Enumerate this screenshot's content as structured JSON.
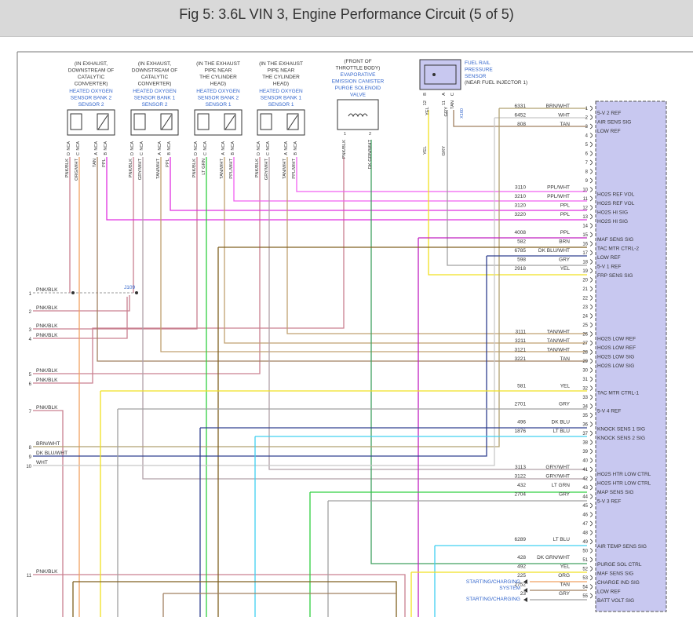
{
  "title": "Fig 5: 3.6L VIN 3, Engine Performance Circuit (5 of 5)",
  "colors": {
    "background": "#ffffff",
    "title_bar": "#d9d9d9",
    "connector_fill": "#c8c8f0",
    "blue_text": "#3366cc",
    "pnk_blk": "#c98090",
    "org_wht": "#f0a060",
    "tan": "#a08060",
    "ppl": "#e030e0",
    "gry_wht": "#b0a0a8",
    "tan_wht": "#c0a070",
    "lt_grn": "#30d040",
    "ppl_wht": "#f060f0",
    "dk_grn_wht": "#40a060",
    "brn_wht": "#b0a070",
    "wht": "#c8c8c8",
    "yel": "#f0e020",
    "gry": "#a0a0a0",
    "brn": "#806020",
    "dk_blu": "#304090",
    "lt_blu": "#40d0f0",
    "ppl_dark": "#c020c0"
  },
  "components": [
    {
      "lines": [
        "(IN EXHAUST,",
        "DOWNSTREAM OF",
        "CATALYTIC",
        "CONVERTER)"
      ],
      "blue": [
        "HEATED OXYGEN",
        "SENSOR BANK 2",
        "SENSOR 2"
      ],
      "pins": [
        {
          "id": "D",
          "wire": "PNK/BLK"
        },
        {
          "id": "C",
          "wire": "ORG/WHT"
        },
        {
          "id": "A",
          "wire": "TAN"
        },
        {
          "id": "B",
          "wire": "PPL"
        }
      ]
    },
    {
      "lines": [
        "(IN EXHAUST,",
        "DOWNSTREAM OF",
        "CATALYTIC",
        "CONVERTER)"
      ],
      "blue": [
        "HEATED OXYGEN",
        "SENSOR BANK 1",
        "SENSOR 2"
      ],
      "pins": [
        {
          "id": "D",
          "wire": "PNK/BLK"
        },
        {
          "id": "C",
          "wire": "GRY/WHT"
        },
        {
          "id": "A",
          "wire": "TAN/WHT"
        },
        {
          "id": "B",
          "wire": "PPL"
        }
      ]
    },
    {
      "lines": [
        "(IN THE EXHAUST",
        "PIPE NEAR",
        "THE CYLINDER",
        "HEAD)"
      ],
      "blue": [
        "HEATED OXYGEN",
        "SENSOR BANK 2",
        "SENSOR 1"
      ],
      "pins": [
        {
          "id": "D",
          "wire": "PNK/BLK"
        },
        {
          "id": "C",
          "wire": "LT GRN"
        },
        {
          "id": "A",
          "wire": "TAN/WHT"
        },
        {
          "id": "B",
          "wire": "PPL/WHT"
        }
      ]
    },
    {
      "lines": [
        "(IN THE EXHAUST",
        "PIPE NEAR",
        "THE CYLINDER",
        "HEAD)"
      ],
      "blue": [
        "HEATED OXYGEN",
        "SENSOR BANK 1",
        "SENSOR 1"
      ],
      "pins": [
        {
          "id": "D",
          "wire": "PNK/BLK"
        },
        {
          "id": "C",
          "wire": "GRY/WHT"
        },
        {
          "id": "A",
          "wire": "TAN/WHT"
        },
        {
          "id": "B",
          "wire": "PPL/WHT"
        }
      ]
    }
  ],
  "nca": "NCA",
  "evap": {
    "lines": [
      "(FRONT OF",
      "THROTTLE BODY)"
    ],
    "blue": [
      "EVAPORATIVE",
      "EMISSION CANISTER",
      "PURGE SOLENOID",
      "VALVE"
    ],
    "pin1": "1",
    "pin2": "2",
    "wire1": "PNK/BLK",
    "wire2": "DK GRN/WHT"
  },
  "fuel_rail": {
    "blue": [
      "FUEL RAIL",
      "PRESSURE",
      "SENSOR"
    ],
    "lines": [
      "(NEAR FUEL INJECTOR 1)"
    ],
    "pin_labels": [
      "B",
      "12",
      "YEL",
      "A",
      "11",
      "GRY",
      "C",
      "TAN"
    ],
    "ref": "X160",
    "wire_yel": "YEL",
    "wire_gry": "GRY"
  },
  "splice": "J109",
  "left_wires": [
    {
      "n": "1",
      "label": "PNK/BLK"
    },
    {
      "n": "2",
      "label": "PNK/BLK"
    },
    {
      "n": "3",
      "label": "PNK/BLK"
    },
    {
      "n": "4",
      "label": "PNK/BLK"
    },
    {
      "n": "5",
      "label": "PNK/BLK"
    },
    {
      "n": "6",
      "label": "PNK/BLK"
    },
    {
      "n": "7",
      "label": "PNK/BLK"
    },
    {
      "n": "8",
      "label": "BRN/WHT"
    },
    {
      "n": "9",
      "label": "DK BLU/WHT"
    },
    {
      "n": "10",
      "label": "WHT"
    },
    {
      "n": "11",
      "label": "PNK/BLK"
    }
  ],
  "pins": [
    {
      "n": "1",
      "circuit": "6331",
      "color": "BRN/WHT",
      "signal": "5-V 2 REF"
    },
    {
      "n": "2",
      "circuit": "6452",
      "color": "WHT",
      "signal": "AIR SENS SIG"
    },
    {
      "n": "3",
      "circuit": "808",
      "color": "TAN",
      "signal": "LOW REF"
    },
    {
      "n": "4"
    },
    {
      "n": "5"
    },
    {
      "n": "6"
    },
    {
      "n": "7"
    },
    {
      "n": "8"
    },
    {
      "n": "9"
    },
    {
      "n": "10",
      "circuit": "3110",
      "color": "PPL/WHT",
      "signal": "HO2S REF VOL"
    },
    {
      "n": "11",
      "circuit": "3210",
      "color": "PPL/WHT",
      "signal": "HO2S REF VOL"
    },
    {
      "n": "12",
      "circuit": "3120",
      "color": "PPL",
      "signal": "HO2S HI SIG"
    },
    {
      "n": "13",
      "circuit": "3220",
      "color": "PPL",
      "signal": "HO2S HI SIG"
    },
    {
      "n": "14"
    },
    {
      "n": "15",
      "circuit": "4008",
      "color": "PPL",
      "signal": "MAF SENS SIG"
    },
    {
      "n": "16",
      "circuit": "582",
      "color": "BRN",
      "signal": "TAC MTR CTRL-2"
    },
    {
      "n": "17",
      "circuit": "6785",
      "color": "DK BLU/WHT",
      "signal": "LOW REF"
    },
    {
      "n": "18",
      "circuit": "598",
      "color": "GRY",
      "signal": "5-V 1 REF"
    },
    {
      "n": "19",
      "circuit": "2918",
      "color": "YEL",
      "signal": "FRP SENS SIG"
    },
    {
      "n": "20"
    },
    {
      "n": "21"
    },
    {
      "n": "22"
    },
    {
      "n": "23"
    },
    {
      "n": "24"
    },
    {
      "n": "25"
    },
    {
      "n": "26",
      "circuit": "3111",
      "color": "TAN/WHT",
      "signal": "HO2S LOW REF"
    },
    {
      "n": "27",
      "circuit": "3211",
      "color": "TAN/WHT",
      "signal": "HO2S LOW REF"
    },
    {
      "n": "28",
      "circuit": "3121",
      "color": "TAN/WHT",
      "signal": "HO2S LOW SIG"
    },
    {
      "n": "29",
      "circuit": "3221",
      "color": "TAN",
      "signal": "HO2S LOW SIG"
    },
    {
      "n": "30"
    },
    {
      "n": "31"
    },
    {
      "n": "32",
      "circuit": "581",
      "color": "YEL",
      "signal": "TAC MTR CTRL-1"
    },
    {
      "n": "33"
    },
    {
      "n": "34",
      "circuit": "2701",
      "color": "GRY",
      "signal": "5-V 4 REF"
    },
    {
      "n": "35"
    },
    {
      "n": "36",
      "circuit": "496",
      "color": "DK BLU",
      "signal": "KNOCK SENS 1 SIG"
    },
    {
      "n": "37",
      "circuit": "1876",
      "color": "LT BLU",
      "signal": "KNOCK SENS 2 SIG"
    },
    {
      "n": "38"
    },
    {
      "n": "39"
    },
    {
      "n": "40"
    },
    {
      "n": "41",
      "circuit": "3113",
      "color": "GRY/WHT",
      "signal": "HO2S HTR LOW CTRL"
    },
    {
      "n": "42",
      "circuit": "3122",
      "color": "GRY/WHT",
      "signal": "HO2S HTR LOW CTRL"
    },
    {
      "n": "43",
      "circuit": "432",
      "color": "LT GRN",
      "signal": "MAP SENS SIG"
    },
    {
      "n": "44",
      "circuit": "2704",
      "color": "GRY",
      "signal": "5-V 3 REF"
    },
    {
      "n": "45"
    },
    {
      "n": "46"
    },
    {
      "n": "47"
    },
    {
      "n": "48"
    },
    {
      "n": "49",
      "circuit": "6289",
      "color": "LT BLU",
      "signal": "AIR TEMP SENS SIG"
    },
    {
      "n": "50"
    },
    {
      "n": "51",
      "circuit": "428",
      "color": "DK GRN/WHT",
      "signal": "PURGE SOL CTRL"
    },
    {
      "n": "52",
      "circuit": "492",
      "color": "YEL",
      "signal": "MAF SENS SIG"
    },
    {
      "n": "53",
      "circuit": "225",
      "color": "ORG",
      "signal": "CHARGE IND SIG"
    },
    {
      "n": "54",
      "circuit": "2752",
      "color": "TAN",
      "signal": "LOW REF"
    },
    {
      "n": "55",
      "circuit": "23",
      "color": "GRY",
      "signal": "BATT VOLT SIG"
    }
  ],
  "starting_charging": [
    "STARTING/CHARGING",
    "SYSTEM"
  ],
  "starting_charging_2": "STARTING/CHARGING"
}
